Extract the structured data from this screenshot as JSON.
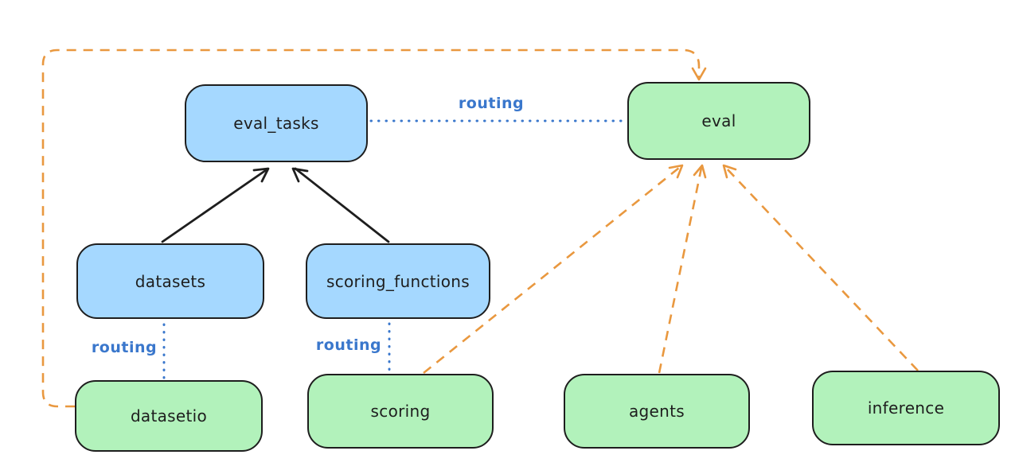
{
  "diagram": {
    "colors": {
      "api_node_fill": "#a5d8ff",
      "provider_node_fill": "#b2f2bb",
      "node_stroke": "#1e1e1e",
      "routing_line_blue": "#3a77cc",
      "dependency_line_orange": "#e9983f",
      "solid_arrow_black": "#1e1e1e",
      "canvas_background": "#ffffff"
    },
    "nodes": [
      {
        "id": "eval_tasks",
        "label": "eval_tasks",
        "kind": "api"
      },
      {
        "id": "eval",
        "label": "eval",
        "kind": "provider"
      },
      {
        "id": "datasets",
        "label": "datasets",
        "kind": "api"
      },
      {
        "id": "scoring_functions",
        "label": "scoring_functions",
        "kind": "api"
      },
      {
        "id": "datasetio",
        "label": "datasetio",
        "kind": "provider"
      },
      {
        "id": "scoring",
        "label": "scoring",
        "kind": "provider"
      },
      {
        "id": "agents",
        "label": "agents",
        "kind": "provider"
      },
      {
        "id": "inference",
        "label": "inference",
        "kind": "provider"
      }
    ],
    "edges": [
      {
        "from": "datasets",
        "to": "eval_tasks",
        "style": "solid-arrow",
        "label": ""
      },
      {
        "from": "scoring_functions",
        "to": "eval_tasks",
        "style": "solid-arrow",
        "label": ""
      },
      {
        "from": "eval_tasks",
        "to": "eval",
        "style": "dotted",
        "label": "routing"
      },
      {
        "from": "datasets",
        "to": "datasetio",
        "style": "dotted",
        "label": "routing"
      },
      {
        "from": "scoring_functions",
        "to": "scoring",
        "style": "dotted",
        "label": "routing"
      },
      {
        "from": "datasetio",
        "to": "eval",
        "style": "dashed-arrow",
        "label": ""
      },
      {
        "from": "scoring",
        "to": "eval",
        "style": "dashed-arrow",
        "label": ""
      },
      {
        "from": "agents",
        "to": "eval",
        "style": "dashed-arrow",
        "label": ""
      },
      {
        "from": "inference",
        "to": "eval",
        "style": "dashed-arrow",
        "label": ""
      }
    ]
  }
}
